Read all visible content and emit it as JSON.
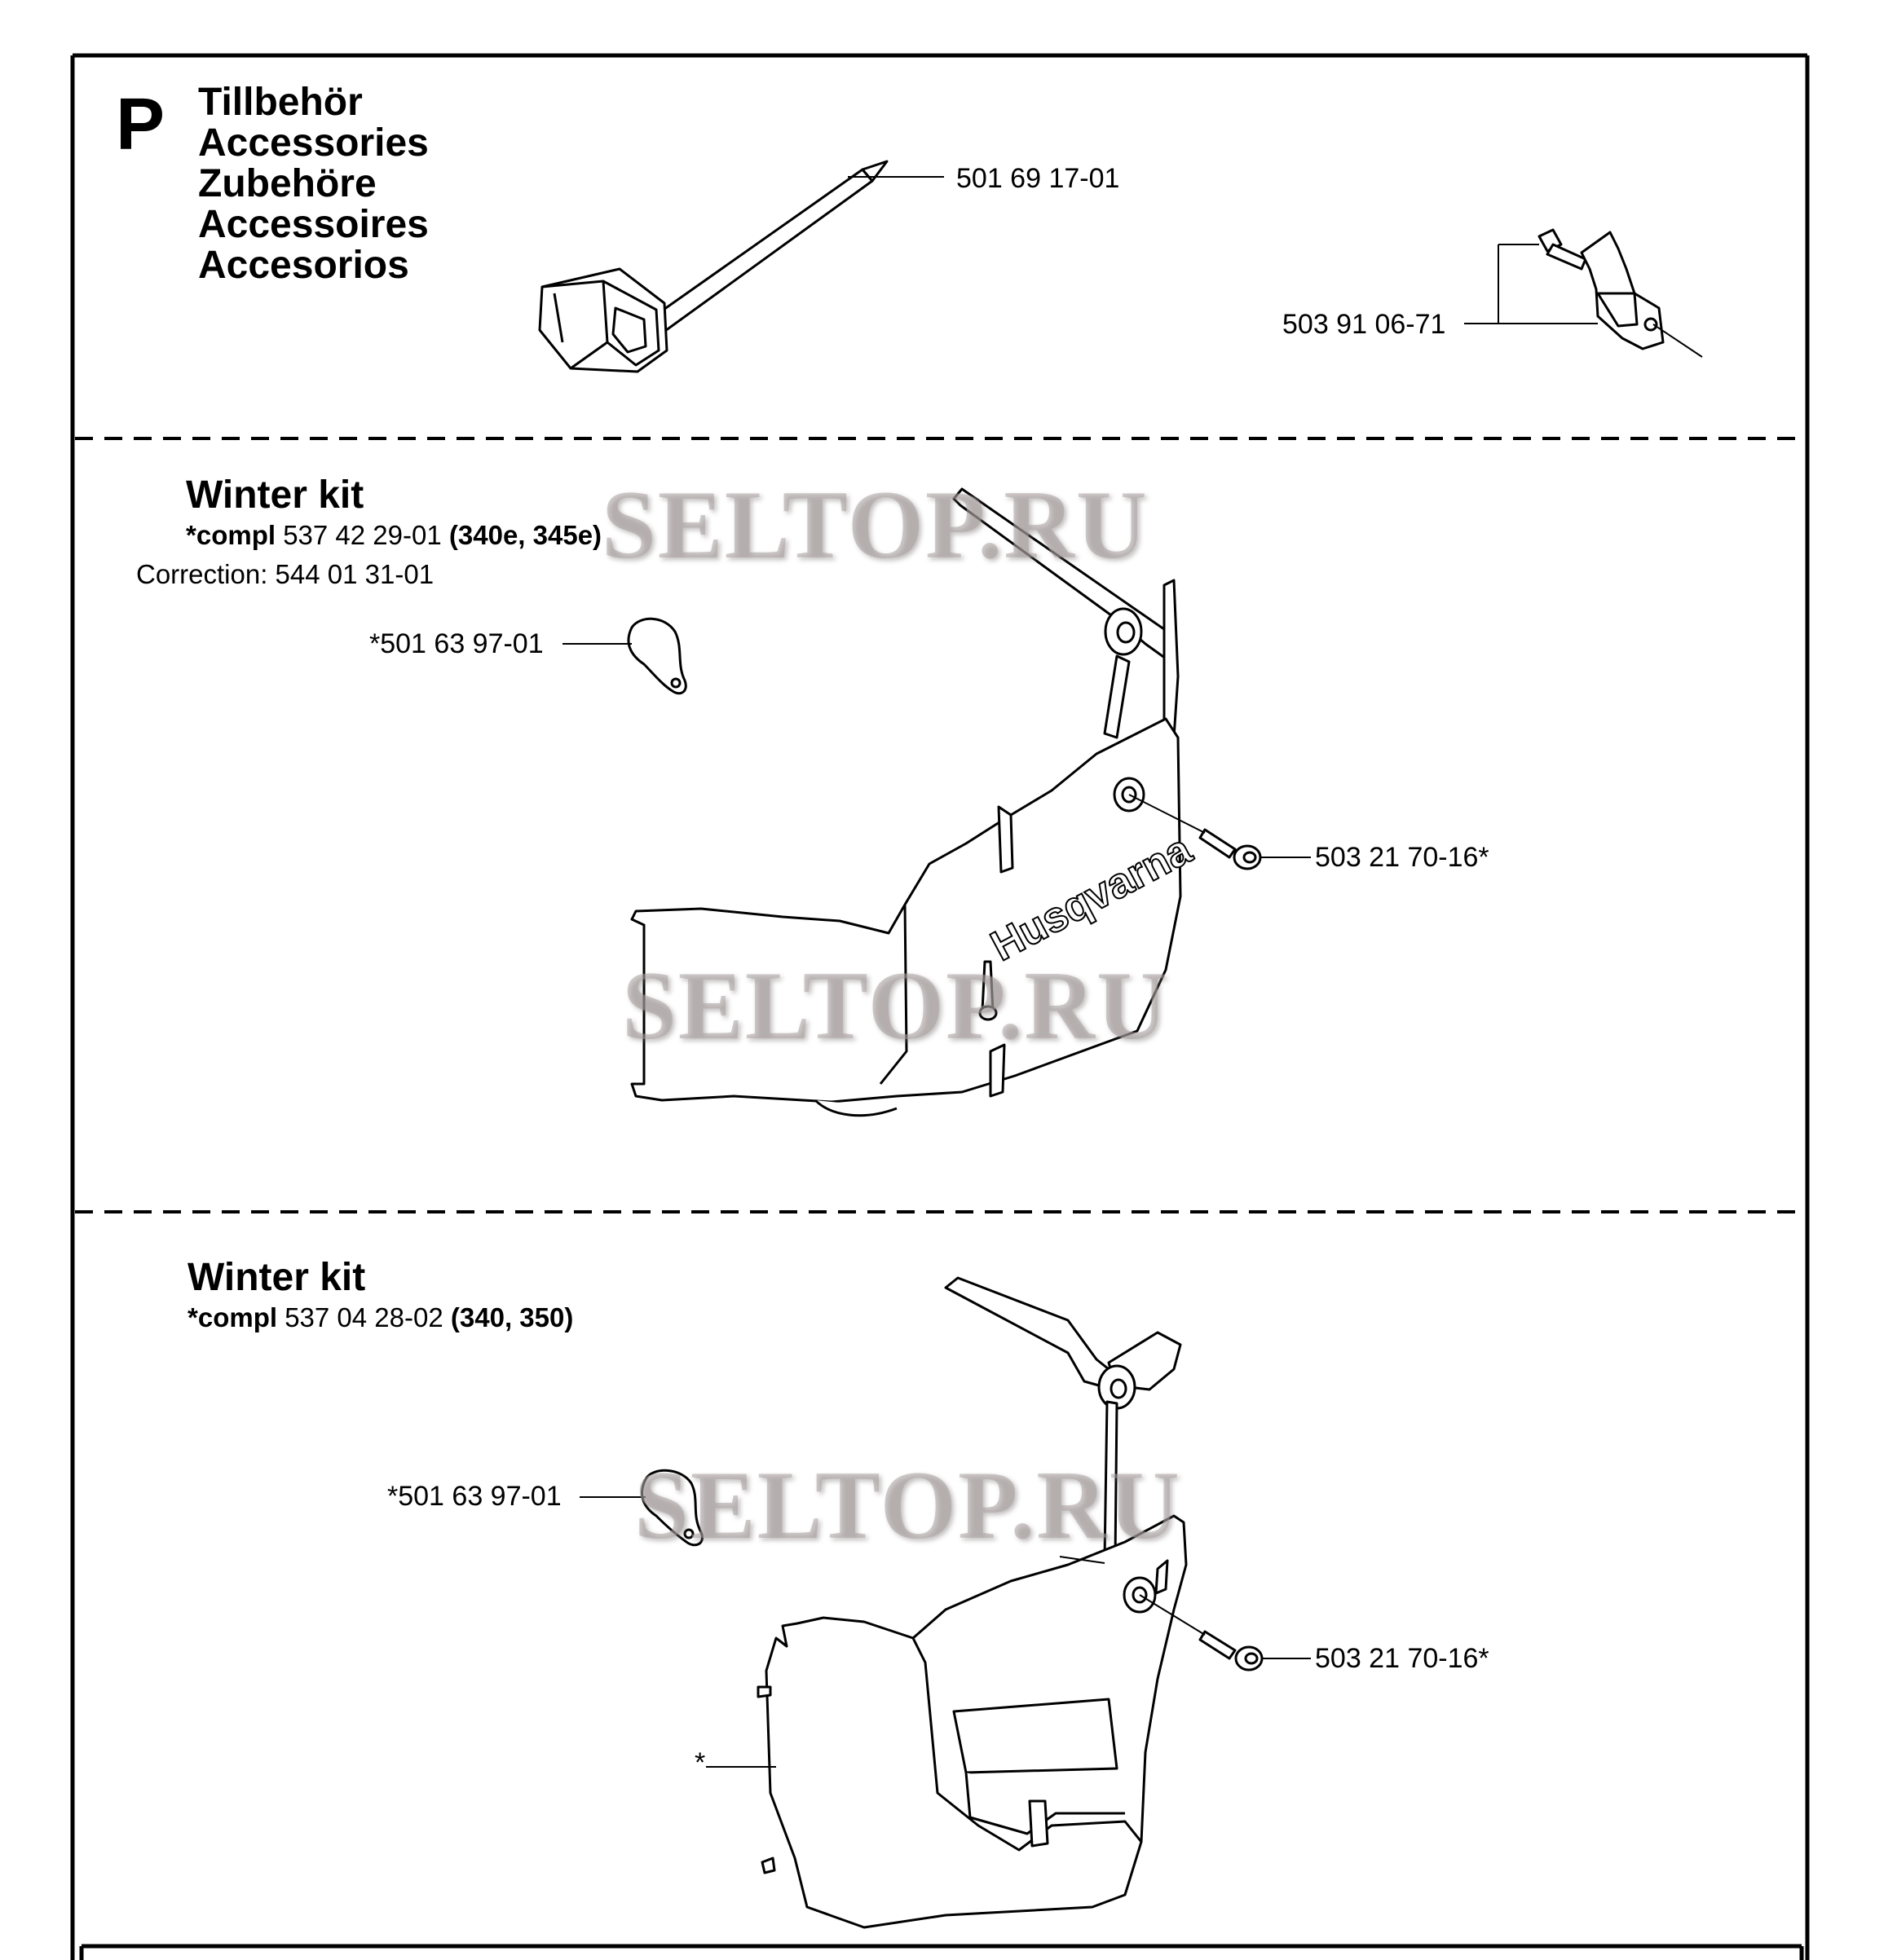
{
  "section": {
    "letter": "P",
    "titles": [
      "Tillbehör",
      "Accessories",
      "Zubehöre",
      "Accessoires",
      "Accesorios"
    ]
  },
  "accessories": {
    "tool_part": "501 69 17-01",
    "bracket_part": "503 91 06-71"
  },
  "winter_kit_1": {
    "title": "Winter kit",
    "compl_prefix": "*compl",
    "compl_number": "537 42 29-01",
    "compl_models": "(340e, 345e)",
    "correction": "Correction: 544 01 31-01",
    "key_part": "*501 63 97-01",
    "screw_part": "503 21 70-16*",
    "cover_logo": "Husqvarna"
  },
  "winter_kit_2": {
    "title": "Winter kit",
    "compl_prefix": "*compl",
    "compl_number": "537 04 28-02",
    "compl_models": "(340, 350)",
    "key_part": "*501 63 97-01",
    "screw_part": "503 21 70-16*",
    "cover_marker": "*"
  },
  "watermark": "SELTOP.RU"
}
